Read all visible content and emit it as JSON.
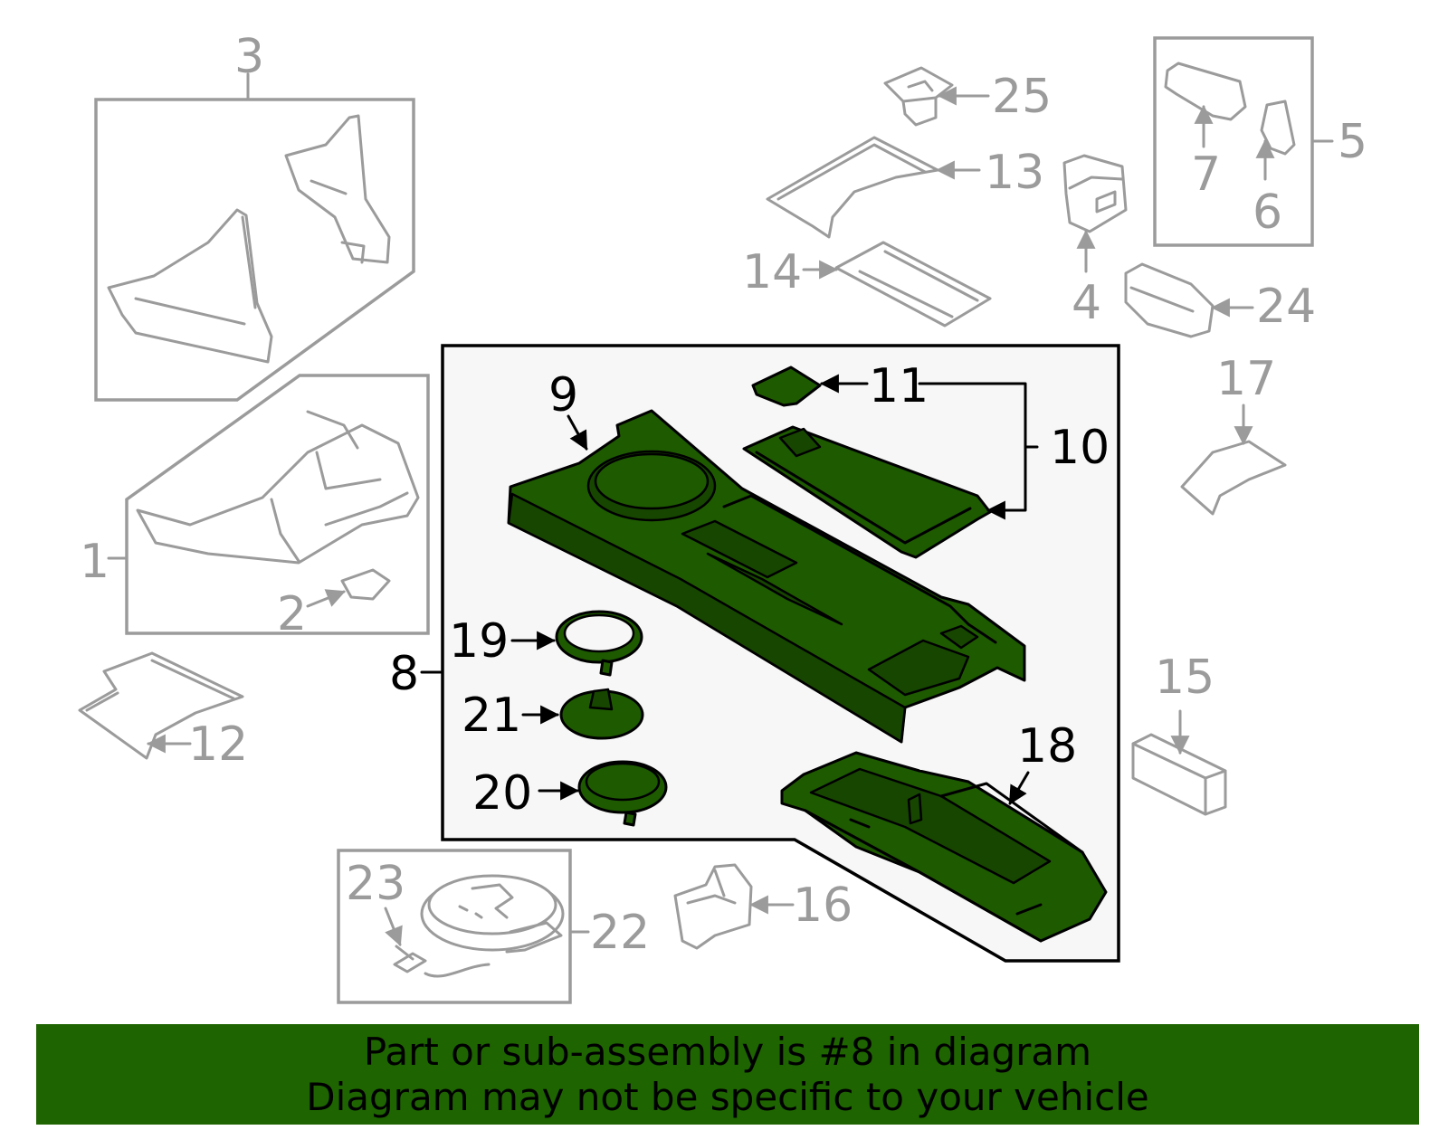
{
  "colors": {
    "highlight_green": "#1e5a00",
    "banner_green": "#1e6400",
    "gray_parts": "#9b9b9b",
    "assembly_box_fill": "#f7f7f7"
  },
  "callouts": {
    "c1": "1",
    "c2": "2",
    "c3": "3",
    "c4": "4",
    "c5": "5",
    "c6": "6",
    "c7": "7",
    "c8": "8",
    "c9": "9",
    "c10": "10",
    "c11": "11",
    "c12": "12",
    "c13": "13",
    "c14": "14",
    "c15": "15",
    "c16": "16",
    "c17": "17",
    "c18": "18",
    "c19": "19",
    "c20": "20",
    "c21": "21",
    "c22": "22",
    "c23": "23",
    "c24": "24",
    "c25": "25"
  },
  "banner": {
    "line1": "Part or sub-assembly is #8 in diagram",
    "line2": "Diagram may not be specific to your vehicle"
  }
}
